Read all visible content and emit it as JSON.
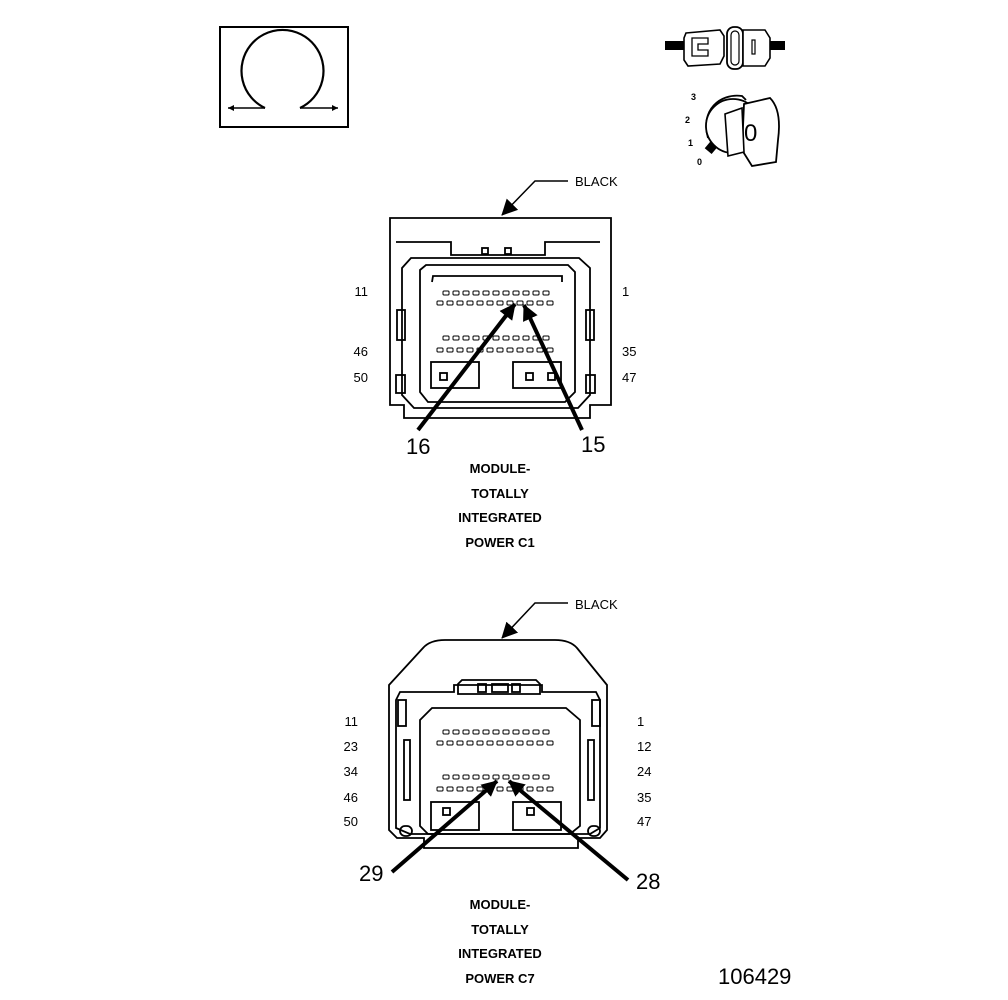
{
  "symbols": {
    "rotary_icon": "rotary-control-symbol-icon",
    "connector_icon": "inline-connector-icon",
    "ignition_icon": "ignition-key-switch-icon",
    "ignition_positions": [
      "3",
      "2",
      "1",
      "0"
    ],
    "ignition_key_label": "0"
  },
  "connectors": [
    {
      "id": "c1",
      "color_label": "BLACK",
      "left_pin_labels": [
        "11",
        "46",
        "50"
      ],
      "right_pin_labels": [
        "1",
        "35",
        "47"
      ],
      "callout_left": "16",
      "callout_right": "15",
      "title_lines": [
        "MODULE-",
        "TOTALLY",
        "INTEGRATED",
        "POWER C1"
      ]
    },
    {
      "id": "c7",
      "color_label": "BLACK",
      "left_pin_labels": [
        "11",
        "23",
        "34",
        "46",
        "50"
      ],
      "right_pin_labels": [
        "1",
        "12",
        "24",
        "35",
        "47"
      ],
      "callout_left": "29",
      "callout_right": "28",
      "title_lines": [
        "MODULE-",
        "TOTALLY",
        "INTEGRATED",
        "POWER C7"
      ]
    }
  ],
  "figure_id": "106429"
}
